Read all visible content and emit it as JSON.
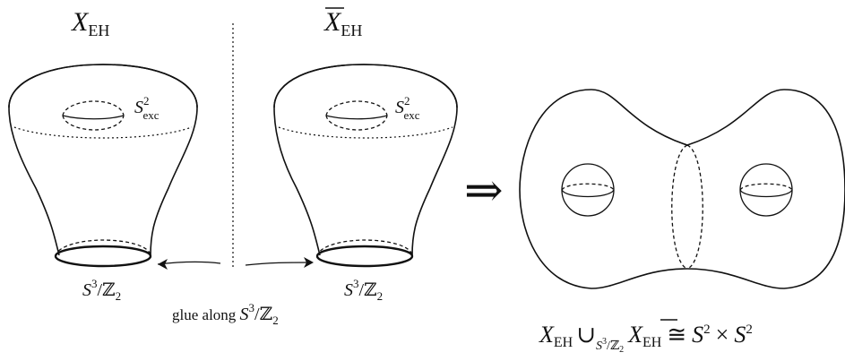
{
  "labels": {
    "left_title_main": "X",
    "left_title_sub": "EH",
    "right_title_main": "X",
    "right_title_sub": "EH",
    "exc_main": "S",
    "exc_sup": "2",
    "exc_sub": "exc",
    "boundary_s": "S",
    "boundary_sup": "3",
    "boundary_z": "/ℤ",
    "boundary_zsub": "2",
    "glue_text": "glue along ",
    "glue_s": "S",
    "glue_sup": "3",
    "glue_z": "/ℤ",
    "glue_zsub": "2",
    "implies": "⇒",
    "res_x1": "X",
    "res_eh1": "EH",
    "res_cup": "∪",
    "res_cup_sub": "S",
    "res_cup_sub_sup": "3",
    "res_cup_sub_z": "/ℤ",
    "res_cup_sub_zsub": "2",
    "res_x2": "X",
    "res_eh2": "EH",
    "res_cong": "≅",
    "res_s1": "S",
    "res_sup1": "2",
    "res_times": "×",
    "res_s2": "S",
    "res_sup2": "2"
  }
}
